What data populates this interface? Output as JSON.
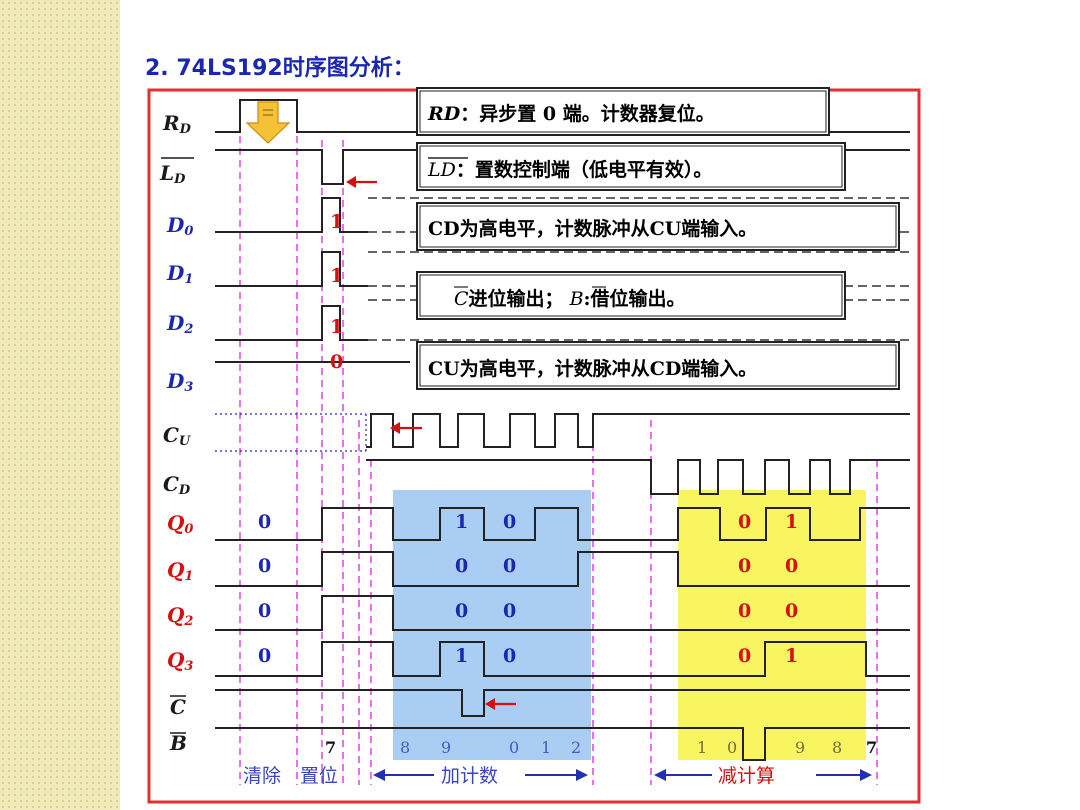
{
  "title": "2. 74LS192时序图分析：",
  "signals": [
    {
      "id": "rd",
      "label": "RD",
      "color": "#1a1a1a"
    },
    {
      "id": "ld",
      "label": "LD",
      "color": "#1a1a1a"
    },
    {
      "id": "d0",
      "label": "D0",
      "color": "#1c27b0"
    },
    {
      "id": "d1",
      "label": "D1",
      "color": "#1c27b0"
    },
    {
      "id": "d2",
      "label": "D2",
      "color": "#1c27b0"
    },
    {
      "id": "d3",
      "label": "D3",
      "color": "#1c27b0"
    },
    {
      "id": "cu",
      "label": "CU",
      "color": "#1a1a1a"
    },
    {
      "id": "cd",
      "label": "CD",
      "color": "#1a1a1a"
    },
    {
      "id": "q0",
      "label": "Q0",
      "color": "#d41010"
    },
    {
      "id": "q1",
      "label": "Q1",
      "color": "#d41010"
    },
    {
      "id": "q2",
      "label": "Q2",
      "color": "#d41010"
    },
    {
      "id": "q3",
      "label": "Q3",
      "color": "#d41010"
    },
    {
      "id": "c",
      "label": "C",
      "color": "#1a1a1a"
    },
    {
      "id": "b",
      "label": "B",
      "color": "#1a1a1a"
    }
  ],
  "boxes": {
    "rd": {
      "sig": "RD",
      "text": "：异步置 0 端。计数器复位。"
    },
    "ld": {
      "sig": "LD",
      "text": "：置数控制端（低电平有效）。"
    },
    "cd_high": {
      "text": "CD为高电平，计数脉冲从CU端输入。"
    },
    "carry": {
      "c": "C",
      "carry_text": "进位输出；",
      "b": "B",
      "borrow_text": ":借位输出。"
    },
    "cu_high": {
      "text": "CU为高电平，计数脉冲从CD端输入。"
    }
  },
  "reset_icon": "down-arrow-icon",
  "data_bits": {
    "d0": "1",
    "d1": "1",
    "d2": "1",
    "d3": "0"
  },
  "clear_bits": [
    "0",
    "0",
    "0",
    "0"
  ],
  "count_up_bits": {
    "q0": [
      "1",
      "0"
    ],
    "q1": [
      "0",
      "0"
    ],
    "q2": [
      "0",
      "0"
    ],
    "q3": [
      "1",
      "0"
    ]
  },
  "count_down_bits": {
    "q0": [
      "0",
      "1"
    ],
    "q1": [
      "0",
      "0"
    ],
    "q2": [
      "0",
      "0"
    ],
    "q3": [
      "0",
      "1"
    ]
  },
  "count_up_seq": [
    "8",
    "9",
    "0",
    "1",
    "2"
  ],
  "preset_value": "7",
  "count_down_seq": [
    "1",
    "0",
    "9",
    "8",
    "7"
  ],
  "captions": {
    "clear": "清除",
    "preset": "置位",
    "up": "加计数",
    "down": "减计算"
  },
  "colors": {
    "border": "#e03030",
    "blue_highlight": "#a9cdf3",
    "yellow_highlight": "#f8f560",
    "dash": "#e040e0",
    "arrow": "#d41010"
  }
}
